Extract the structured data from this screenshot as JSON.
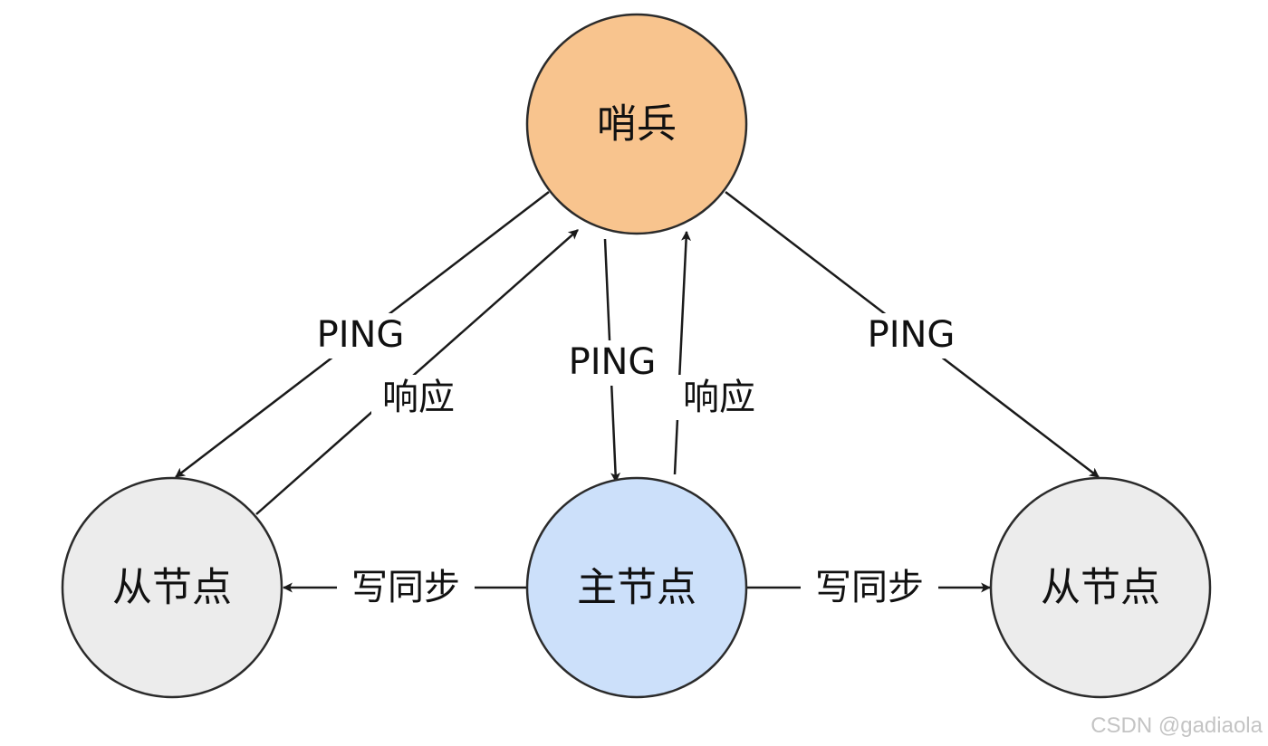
{
  "nodes": {
    "sentinel": {
      "label": "哨兵",
      "fill": "#f8c48e"
    },
    "master": {
      "label": "主节点",
      "fill": "#cce0fa"
    },
    "slave_left": {
      "label": "从节点",
      "fill": "#ececec"
    },
    "slave_right": {
      "label": "从节点",
      "fill": "#ececec"
    }
  },
  "edges": {
    "ping_left": "PING",
    "response_left": "响应",
    "ping_master": "PING",
    "response_master": "响应",
    "ping_right": "PING",
    "sync_left": "写同步",
    "sync_right": "写同步"
  },
  "watermark": "CSDN @gadiaola"
}
